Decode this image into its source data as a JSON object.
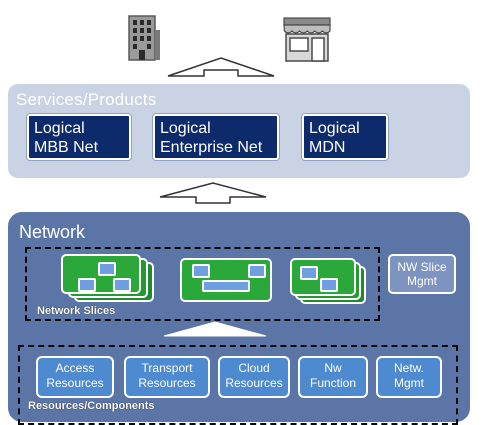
{
  "services": {
    "title": "Services/Products",
    "boxes": [
      {
        "line1": "Logical",
        "line2": "MBB Net"
      },
      {
        "line1": "Logical",
        "line2": "Enterprise Net"
      },
      {
        "line1": "Logical",
        "line2": "MDN"
      }
    ]
  },
  "network": {
    "title": "Network",
    "slices_label": "Network Slices",
    "slice_mgmt": {
      "line1": "NW Slice",
      "line2": "Mgmt"
    },
    "resources_label": "Resources/Components",
    "resources": [
      {
        "line1": "Access",
        "line2": "Resources"
      },
      {
        "line1": "Transport",
        "line2": "Resources"
      },
      {
        "line1": "Cloud",
        "line2": "Resources"
      },
      {
        "line1": "Nw",
        "line2": "Function"
      },
      {
        "line1": "Netw.",
        "line2": "Mgmt"
      }
    ]
  },
  "colors": {
    "services_band": "#c9d3e4",
    "logical_box": "#0d2a6b",
    "network_panel": "#5b76a6",
    "slice_green": "#2aa83a",
    "resource_box": "#4e8ad0"
  },
  "icons": [
    "office-building-icon",
    "storefront-icon",
    "up-arrow-icon"
  ]
}
